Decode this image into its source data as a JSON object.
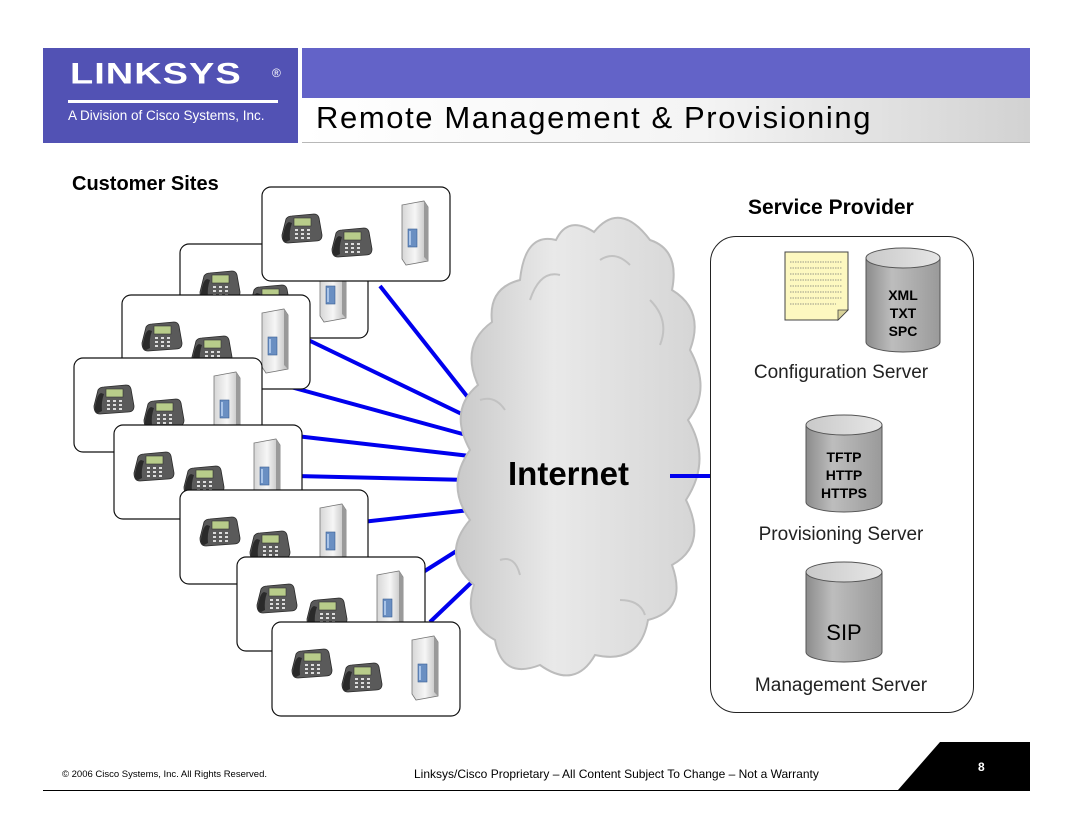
{
  "header": {
    "logo_text": "LINKSYS",
    "logo_registered": "®",
    "logo_subtitle": "A Division of Cisco Systems, Inc.",
    "title": "Remote Management & Provisioning"
  },
  "diagram": {
    "customer_sites_label": "Customer Sites",
    "service_provider_label": "Service Provider",
    "internet_label": "Internet",
    "configuration_server": {
      "label": "Configuration Server",
      "formats": [
        "XML",
        "TXT",
        "SPC"
      ]
    },
    "provisioning_server": {
      "label": "Provisioning Server",
      "protocols": [
        "TFTP",
        "HTTP",
        "HTTPS"
      ]
    },
    "management_server": {
      "label": "Management Server",
      "protocol": "SIP"
    }
  },
  "footer": {
    "copyright": "© 2006 Cisco Systems, Inc.  All Rights Reserved.",
    "proprietary": "Linksys/Cisco Proprietary – All Content Subject To Change – Not a Warranty",
    "page_number": "8"
  },
  "colors": {
    "header_purple": "#6363c8",
    "logo_box": "#5252b4",
    "link_blue": "#0000ee",
    "cloud_gray": "#d8d8d8",
    "cylinder_gray": "#a6a6a6"
  }
}
